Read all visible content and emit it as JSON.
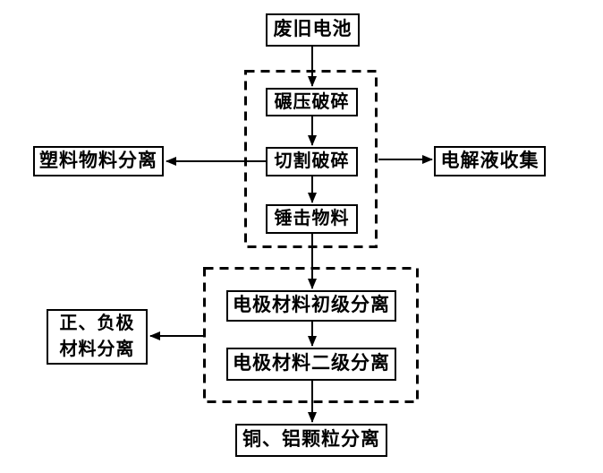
{
  "diagram": {
    "title_implied": "",
    "colors": {
      "background": "#ffffff",
      "line": "#000000",
      "box_border": "#000000",
      "box_background": "#ffffff",
      "text": "#000000"
    },
    "nodes": {
      "waste_battery": {
        "label": "废旧电池"
      },
      "roll_crush": {
        "label": "碾压破碎"
      },
      "cut_crush": {
        "label": "切割破碎"
      },
      "hammer_material": {
        "label": "锤击物料"
      },
      "plastic_separation": {
        "label": "塑料物料分离"
      },
      "electrolyte_collection": {
        "label": "电解液收集"
      },
      "electrode_primary_separation": {
        "label": "电极材料初级分离"
      },
      "electrode_secondary_separation": {
        "label": "电极材料二级分离"
      },
      "positive_negative_separation": {
        "label_line1": "正、负极",
        "label_line2": "材料分离"
      },
      "copper_aluminum_separation": {
        "label": "铜、铝颗粒分离"
      }
    },
    "edges": [
      {
        "from": "waste_battery",
        "to": "roll_crush",
        "direction": "down"
      },
      {
        "from": "roll_crush",
        "to": "cut_crush",
        "direction": "down"
      },
      {
        "from": "cut_crush",
        "to": "plastic_separation",
        "direction": "left"
      },
      {
        "from": "crush_group",
        "to": "electrolyte_collection",
        "direction": "right"
      },
      {
        "from": "cut_crush",
        "to": "hammer_material",
        "direction": "down"
      },
      {
        "from": "hammer_material",
        "to": "electrode_primary_separation",
        "direction": "down"
      },
      {
        "from": "electrode_primary_separation",
        "to": "electrode_secondary_separation",
        "direction": "down"
      },
      {
        "from": "separation_group",
        "to": "positive_negative_separation",
        "direction": "left"
      },
      {
        "from": "electrode_secondary_separation",
        "to": "copper_aluminum_separation",
        "direction": "down"
      }
    ],
    "groups": [
      {
        "name": "crush_group",
        "style": "dashed",
        "members": [
          "roll_crush",
          "cut_crush",
          "hammer_material"
        ]
      },
      {
        "name": "separation_group",
        "style": "dashed",
        "members": [
          "electrode_primary_separation",
          "electrode_secondary_separation"
        ]
      }
    ]
  }
}
